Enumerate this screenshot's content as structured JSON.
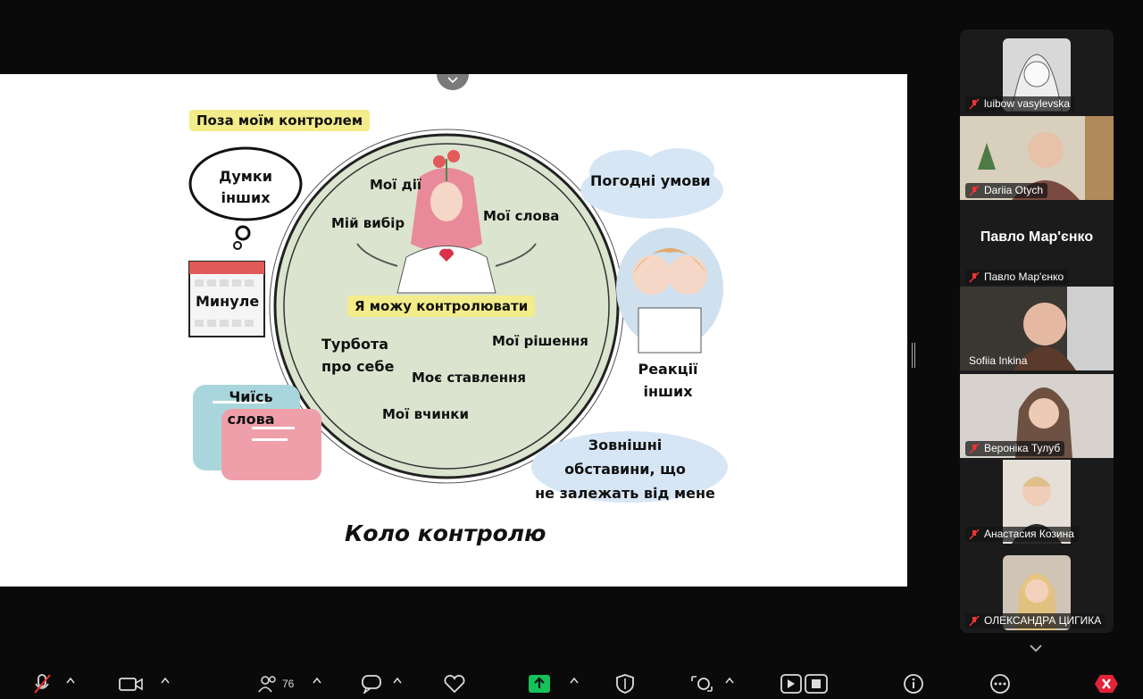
{
  "slide": {
    "title": "Коло контролю",
    "outside_label": "Поза моїм контролем",
    "inside_label": "Я можу контролювати",
    "outside_items": {
      "thoughts": [
        "Думки",
        "інших"
      ],
      "weather": "Погодні умови",
      "past": "Минуле",
      "reactions": [
        "Реакції",
        "інших"
      ],
      "words": [
        "Чиїсь",
        "слова"
      ],
      "circumstances": [
        "Зовнішні",
        "обставини, що",
        "не залежать від мене"
      ]
    },
    "inside_items": {
      "actions_top": "Мої дії",
      "choice": "Мій вибір",
      "my_words": "Мої слова",
      "self_care": [
        "Турбота",
        "про себе"
      ],
      "decisions": "Мої рішення",
      "attitude": "Моє ставлення",
      "deeds": "Мої вчинки"
    },
    "colors": {
      "highlight": "#f3ec8a",
      "circle_fill": "#dbe4cf",
      "cloud_blue": "#d7e6f5",
      "pink": "#ef9fa9",
      "teal": "#a9d6dc"
    }
  },
  "participants": [
    {
      "name": "luibow vasylevska",
      "muted": true
    },
    {
      "name": "Dariia Otych",
      "muted": true
    },
    {
      "name": "Павло Мар'єнко",
      "display": "Павло Мар'єнко",
      "muted": true
    },
    {
      "name": "Sofiia Inkina",
      "muted": false,
      "active": true
    },
    {
      "name": "Вероніка Тулуб",
      "muted": true
    },
    {
      "name": "Анастасия Козина",
      "muted": true
    },
    {
      "name": "ОЛЕКСАНДРА ЦИГИКА",
      "muted": true
    }
  ],
  "toolbar": {
    "participants_count": "76",
    "icons": [
      "mic-muted-icon",
      "camera-icon",
      "participants-icon",
      "chat-icon",
      "reactions-icon",
      "share-screen-icon",
      "security-icon",
      "apps-icon",
      "record-icon",
      "info-icon",
      "more-icon",
      "leave-icon"
    ]
  }
}
